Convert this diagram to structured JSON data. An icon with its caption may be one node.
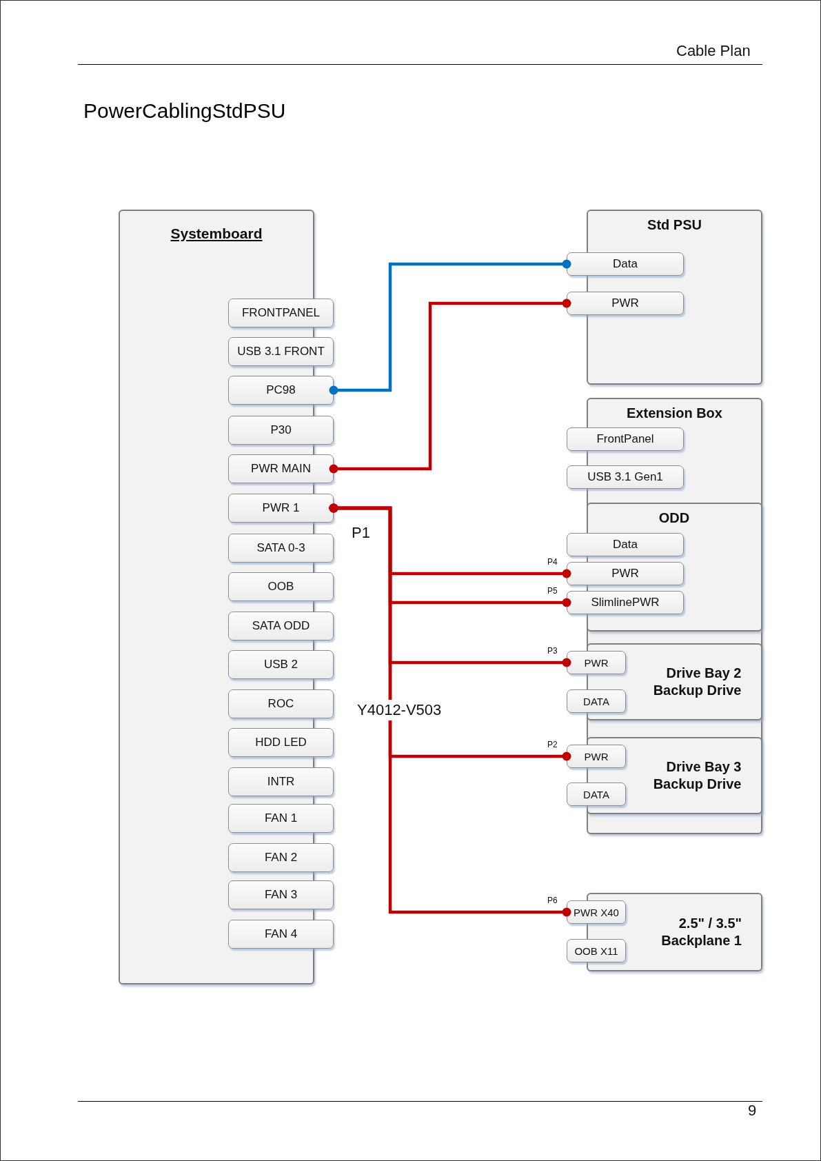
{
  "diagram": {
    "title": "PowerCablingStdPSU",
    "nodes": [
      {
        "text": [
          "Systemboard"
        ]
      },
      {
        "text": [
          "FRONTPANEL"
        ]
      },
      {
        "text": [
          "USB 3.1 FRONT"
        ]
      },
      {
        "text": [
          "PC98"
        ]
      },
      {
        "text": [
          "P30"
        ]
      },
      {
        "text": [
          "PWR MAIN"
        ]
      },
      {
        "text": [
          "PWR 1"
        ]
      },
      {
        "text": [
          "SATA 0-3"
        ]
      },
      {
        "text": [
          "OOB"
        ]
      },
      {
        "text": [
          "SATA ODD"
        ]
      },
      {
        "text": [
          "USB 2"
        ]
      },
      {
        "text": [
          "ROC"
        ]
      },
      {
        "text": [
          "HDD LED"
        ]
      },
      {
        "text": [
          "INTR"
        ]
      },
      {
        "text": [
          "FAN 1"
        ]
      },
      {
        "text": [
          "FAN 2"
        ]
      },
      {
        "text": [
          "FAN 3"
        ]
      },
      {
        "text": [
          "FAN 4"
        ]
      },
      {
        "text": [
          "Std PSU"
        ]
      },
      {
        "text": [
          "Data"
        ]
      },
      {
        "text": [
          "PWR"
        ]
      },
      {
        "text": [
          "Extension Box"
        ]
      },
      {
        "text": [
          "FrontPanel"
        ]
      },
      {
        "text": [
          "USB 3.1 Gen1"
        ]
      },
      {
        "text": [
          "ODD"
        ],
        "in": 21
      },
      {
        "text": [
          "Data"
        ]
      },
      {
        "text": [
          "PWR"
        ]
      },
      {
        "text": [
          "SlimlinePWR"
        ]
      },
      {
        "text": [
          "Drive Bay 2 Backup Drive"
        ],
        "in": 21
      },
      {
        "text": [
          "PWR"
        ]
      },
      {
        "text": [
          "DATA"
        ]
      },
      {
        "text": [
          "Drive Bay 3 Backup Drive"
        ],
        "in": 21
      },
      {
        "text": [
          "PWR"
        ]
      },
      {
        "text": [
          "DATA"
        ]
      },
      {
        "text": [
          "2.5\" / 3.5\" Backplane 1"
        ]
      },
      {
        "text": [
          "PWR X40"
        ]
      },
      {
        "text": [
          "OOB X11"
        ]
      }
    ],
    "edges": [
      {
        "from": 3,
        "to": 19,
        "arrow": "other",
        "color": "#0070c0"
      },
      {
        "from": 5,
        "to": 20,
        "arrow": "other"
      },
      {
        "from": 6,
        "to": 26,
        "arrow": "other",
        "label": "P4"
      },
      {
        "from": 6,
        "to": 27,
        "arrow": "other",
        "label": "P5"
      },
      {
        "from": 6,
        "to": 29,
        "arrow": "other",
        "label": "P3"
      },
      {
        "from": 6,
        "to": 32,
        "arrow": "other",
        "label": "P2"
      },
      {
        "from": 6,
        "to": 35,
        "arrow": "other",
        "label": "P6"
      }
    ],
    "labels": [
      "Cable Plan",
      "P1",
      "Y4012-V503",
      "9"
    ]
  }
}
